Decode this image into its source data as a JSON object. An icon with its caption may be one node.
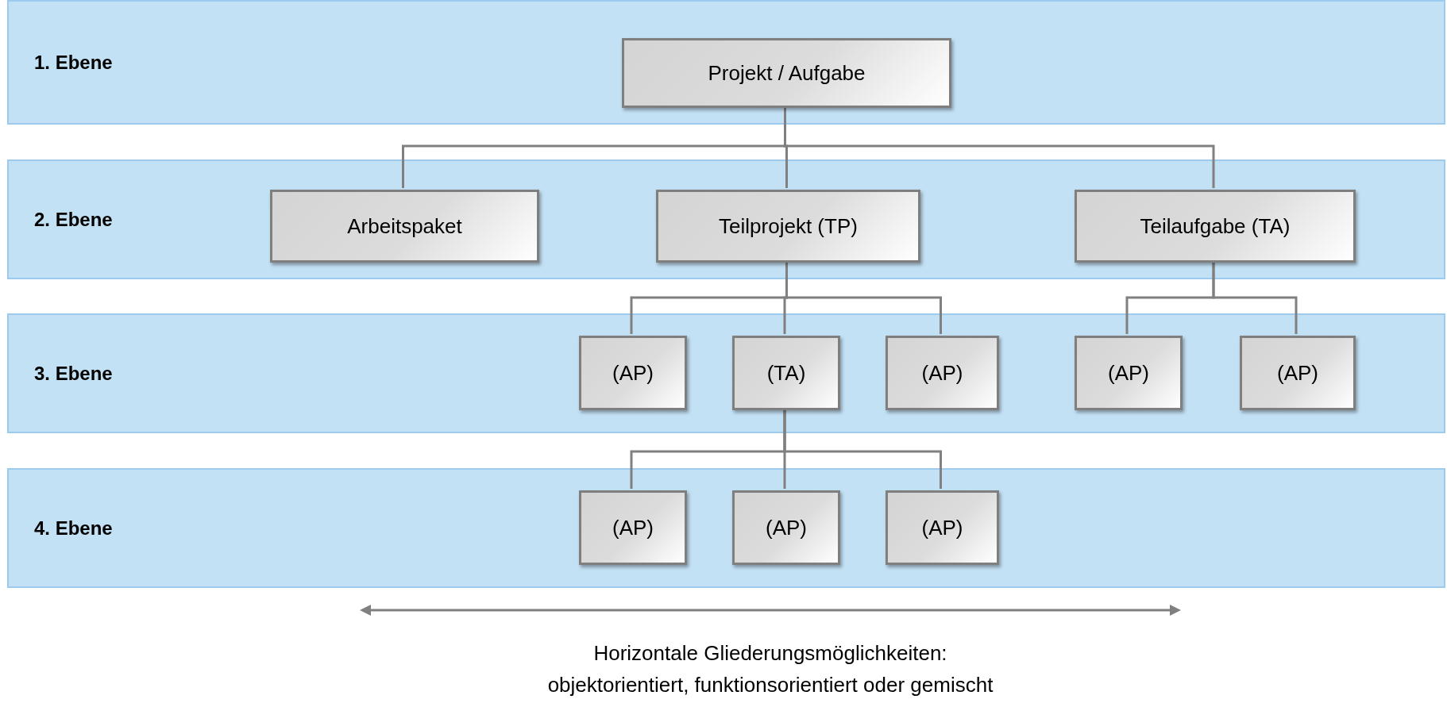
{
  "diagram": {
    "nodes": [
      {
        "text": [
          "1. Ebene"
        ]
      },
      {
        "text": [
          "Projekt / Aufgabe"
        ],
        "in": 0
      },
      {
        "text": [
          "2. Ebene"
        ]
      },
      {
        "text": [
          "Arbeitspaket"
        ],
        "in": 2
      },
      {
        "text": [
          "Teilprojekt (TP)"
        ],
        "in": 2
      },
      {
        "text": [
          "Teilaufgabe (TA)"
        ],
        "in": 2
      },
      {
        "text": [
          "3. Ebene"
        ]
      },
      {
        "text": [
          "(AP)"
        ],
        "in": 6
      },
      {
        "text": [
          "(TA)"
        ],
        "in": 6
      },
      {
        "text": [
          "(AP)"
        ],
        "in": 6
      },
      {
        "text": [
          "(AP)"
        ],
        "in": 6
      },
      {
        "text": [
          "(AP)"
        ],
        "in": 6
      },
      {
        "text": [
          "4. Ebene"
        ]
      },
      {
        "text": [
          "(AP)"
        ],
        "in": 12
      },
      {
        "text": [
          "(AP)"
        ],
        "in": 12
      },
      {
        "text": [
          "(AP)"
        ],
        "in": 12
      }
    ],
    "edges": [
      {
        "from": 1,
        "to": 3,
        "arrow": "none"
      },
      {
        "from": 1,
        "to": 4,
        "arrow": "none"
      },
      {
        "from": 1,
        "to": 5,
        "arrow": "none"
      },
      {
        "from": 4,
        "to": 7,
        "arrow": "none"
      },
      {
        "from": 4,
        "to": 8,
        "arrow": "none"
      },
      {
        "from": 4,
        "to": 9,
        "arrow": "none"
      },
      {
        "from": 5,
        "to": 10,
        "arrow": "none"
      },
      {
        "from": 5,
        "to": 11,
        "arrow": "none"
      },
      {
        "from": 8,
        "to": 13,
        "arrow": "none"
      },
      {
        "from": 8,
        "to": 14,
        "arrow": "none"
      },
      {
        "from": 8,
        "to": 15,
        "arrow": "none"
      }
    ],
    "labels": [
      "Horizontale Gliederungsmöglichkeiten: objektorientiert, funktionsorientiert oder gemischt"
    ]
  }
}
